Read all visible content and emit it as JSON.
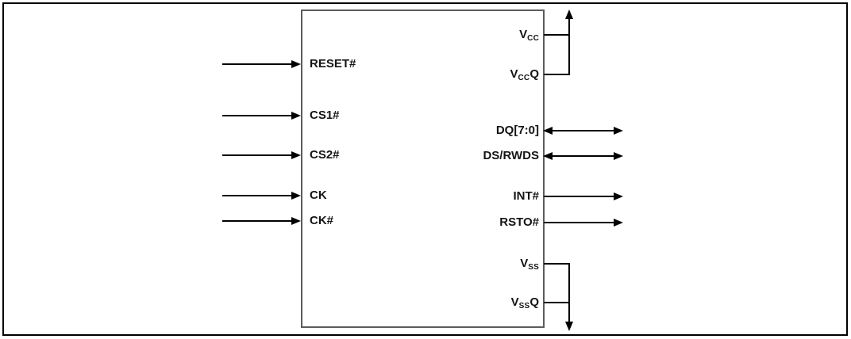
{
  "diagram": {
    "type": "chip-pin-logic-diagram",
    "colors": {
      "line": "#000000",
      "chip_border": "#5c5c5c",
      "frame_border": "#000000",
      "text": "#141414",
      "background": "#ffffff"
    },
    "chip": {
      "left_pins": [
        {
          "label": "RESET#",
          "direction": "input"
        },
        {
          "label": "CS1#",
          "direction": "input"
        },
        {
          "label": "CS2#",
          "direction": "input"
        },
        {
          "label": "CK",
          "direction": "input"
        },
        {
          "label": "CK#",
          "direction": "input"
        }
      ],
      "right_pins": [
        {
          "base": "V",
          "sub": "CC",
          "suffix": "",
          "direction": "power-supply"
        },
        {
          "base": "V",
          "sub": "CC",
          "suffix": "Q",
          "direction": "power-supply"
        },
        {
          "label": "DQ[7:0]",
          "direction": "bidirectional"
        },
        {
          "label": "DS/RWDS",
          "direction": "bidirectional"
        },
        {
          "label": "INT#",
          "direction": "output"
        },
        {
          "label": "RSTO#",
          "direction": "output"
        },
        {
          "base": "V",
          "sub": "SS",
          "suffix": "",
          "direction": "ground"
        },
        {
          "base": "V",
          "sub": "SS",
          "suffix": "Q",
          "direction": "ground"
        }
      ]
    }
  }
}
